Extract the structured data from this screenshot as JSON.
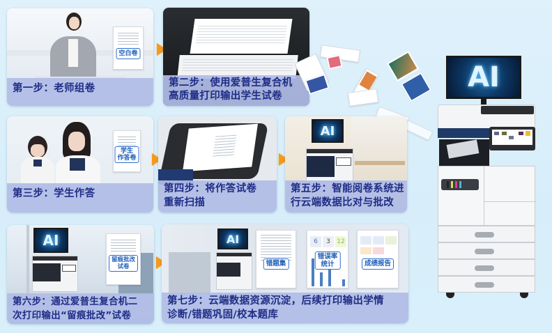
{
  "steps": [
    {
      "id": 1,
      "caption_lines": [
        "第一步：老师组卷"
      ],
      "paper_tag": "空白卷"
    },
    {
      "id": 2,
      "caption_lines": [
        "第二步：使用爱普生复合机",
        "高质量打印输出学生试卷"
      ]
    },
    {
      "id": 3,
      "caption_lines": [
        "第三步：学生作答"
      ],
      "paper_tag_lines": [
        "学生",
        "作答卷"
      ]
    },
    {
      "id": 4,
      "caption_lines": [
        "第四步：将作答试卷",
        "重新扫描"
      ]
    },
    {
      "id": 5,
      "caption_lines": [
        "第五步：智能阅卷系统进",
        "行云端数据比对与批改"
      ],
      "screen_label": "AI"
    },
    {
      "id": 6,
      "caption_lines": [
        "第六步：通过爱普生复合机二",
        "次打印输出“留痕批改”试卷"
      ],
      "screen_label": "AI",
      "paper_tag_lines": [
        "留痕批改",
        "试卷"
      ]
    },
    {
      "id": 7,
      "caption_lines": [
        "第七步：云端数据资源沉淀，后续打印输出学情",
        "诊断/错题巩固/校本题库"
      ],
      "screen_label": "AI",
      "reports": [
        {
          "label": "错题集"
        },
        {
          "label_lines": [
            "错误率",
            "统计"
          ],
          "stats": [
            "6",
            "3",
            "12"
          ]
        },
        {
          "label": "成绩报告"
        }
      ]
    }
  ],
  "hero": {
    "screen_label": "AI"
  },
  "colors": {
    "caption_bg": "#b0bce6",
    "caption_text": "#1f2d86",
    "arrow": "#f39a1e",
    "page_bg": "#dff1fb"
  }
}
